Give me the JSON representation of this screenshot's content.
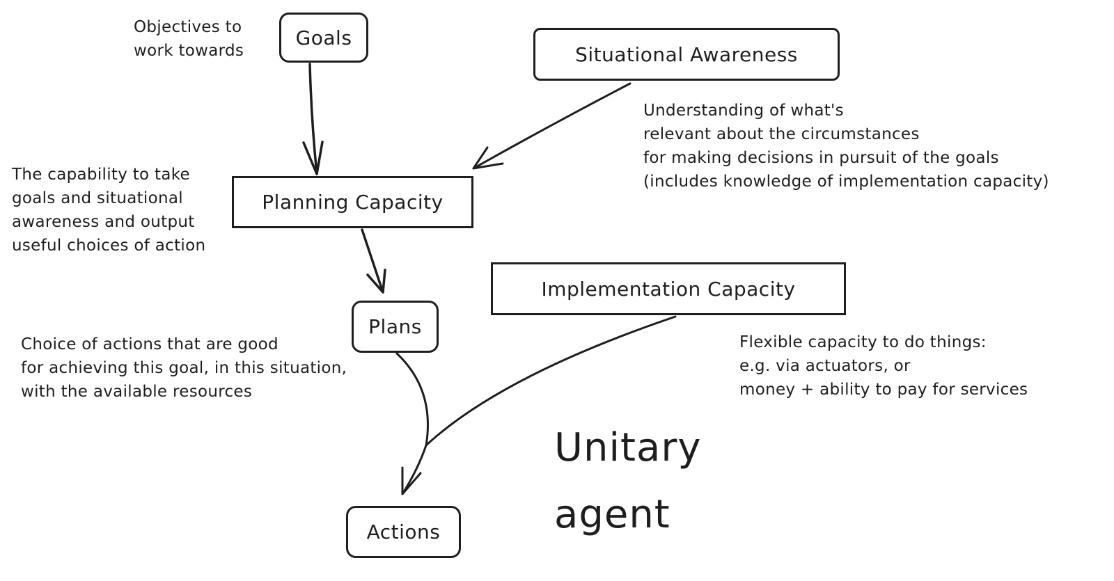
{
  "diagram": {
    "title": "Unitary\nagent",
    "nodes": {
      "goals": "Goals",
      "situational_awareness": "Situational Awareness",
      "planning_capacity": "Planning Capacity",
      "plans": "Plans",
      "implementation_capacity": "Implementation Capacity",
      "actions": "Actions"
    },
    "notes": {
      "goals": "Objectives to\nwork towards",
      "situational_awareness": "Understanding of what's\nrelevant about the circumstances\nfor making decisions in pursuit of the goals\n(includes knowledge of implementation capacity)",
      "planning_capacity": "The capability to take\ngoals and situational\nawareness and output\nuseful choices of action",
      "plans": "Choice of actions that are good\nfor achieving this goal, in this situation,\nwith the available resources",
      "implementation_capacity": "Flexible capacity to do things:\ne.g. via actuators, or\nmoney + ability to pay for services"
    },
    "edges": [
      {
        "from": "Goals",
        "to": "Planning Capacity"
      },
      {
        "from": "Situational Awareness",
        "to": "Planning Capacity"
      },
      {
        "from": "Planning Capacity",
        "to": "Plans"
      },
      {
        "from": "Plans",
        "to": "Actions"
      },
      {
        "from": "Implementation Capacity",
        "to": "Actions"
      }
    ]
  }
}
